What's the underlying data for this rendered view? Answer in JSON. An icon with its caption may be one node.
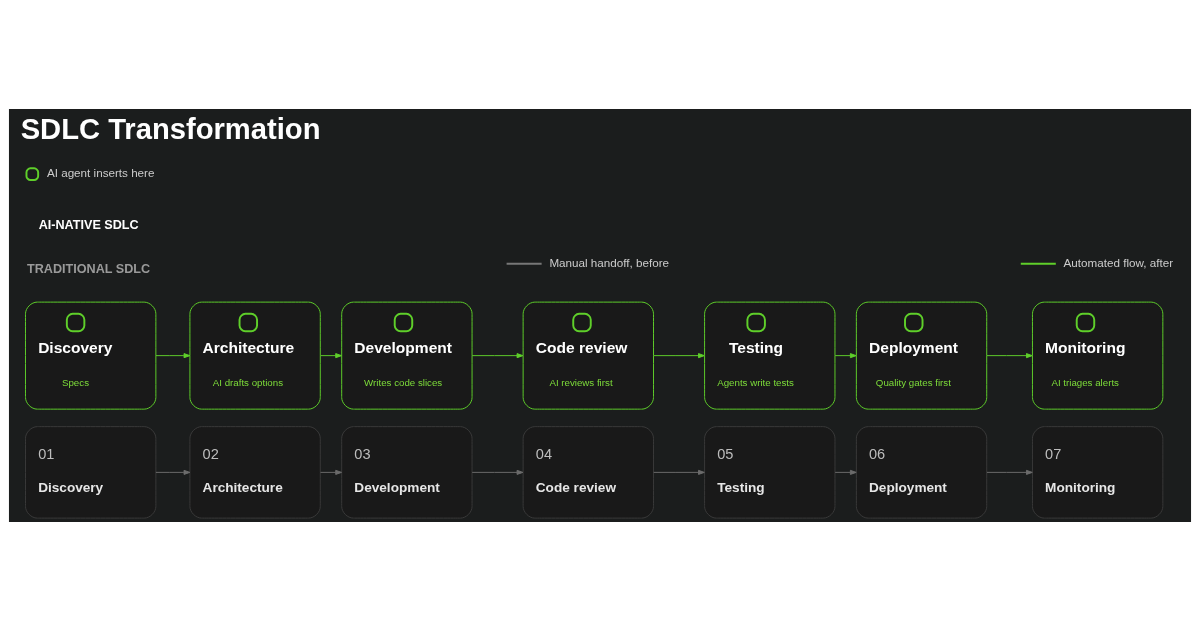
{
  "diagram": {
    "title": "SDLC Transformation",
    "nodes": [
      {
        "text": [
          "01",
          "Discovery"
        ]
      },
      {
        "text": [
          "02",
          "Architecture"
        ]
      },
      {
        "text": [
          "03",
          "Development"
        ]
      },
      {
        "text": [
          "04",
          "Code review"
        ]
      },
      {
        "text": [
          "05",
          "Testing"
        ]
      },
      {
        "text": [
          "06",
          "Deployment"
        ]
      },
      {
        "text": [
          "07",
          "Monitoring"
        ]
      },
      {
        "text": [
          "Discovery",
          "Specs"
        ]
      },
      {
        "text": [
          "Architecture",
          "AI drafts options"
        ]
      },
      {
        "text": [
          "Development",
          "Writes code slices"
        ]
      },
      {
        "text": [
          "Code review",
          "AI reviews first"
        ]
      },
      {
        "text": [
          "Testing",
          "Agents write tests"
        ]
      },
      {
        "text": [
          "Deployment",
          "Quality gates first"
        ]
      },
      {
        "text": [
          "Monitoring",
          "AI triages alerts"
        ]
      }
    ],
    "edges": [
      {
        "from": 0,
        "to": 1,
        "arrow": "to",
        "color": "#6b6b6b"
      },
      {
        "from": 1,
        "to": 2,
        "arrow": "to",
        "color": "#6b6b6b"
      },
      {
        "from": 2,
        "to": 3,
        "arrow": "to",
        "color": "#6b6b6b"
      },
      {
        "from": 3,
        "to": 4,
        "arrow": "to",
        "color": "#6b6b6b"
      },
      {
        "from": 4,
        "to": 5,
        "arrow": "to",
        "color": "#6b6b6b"
      },
      {
        "from": 5,
        "to": 6,
        "arrow": "to",
        "color": "#6b6b6b"
      },
      {
        "from": 7,
        "to": 8,
        "arrow": "to",
        "color": "#5fcf2a"
      },
      {
        "from": 8,
        "to": 9,
        "arrow": "to",
        "color": "#5fcf2a"
      },
      {
        "from": 9,
        "to": 10,
        "arrow": "to",
        "color": "#5fcf2a"
      },
      {
        "from": 10,
        "to": 11,
        "arrow": "to",
        "color": "#5fcf2a"
      },
      {
        "from": 11,
        "to": 12,
        "arrow": "to",
        "color": "#5fcf2a"
      },
      {
        "from": 12,
        "to": 13,
        "arrow": "to",
        "color": "#5fcf2a"
      }
    ],
    "labels": [
      "TRADITIONAL SDLC",
      "AI-NATIVE SDLC"
    ],
    "legend": [
      {
        "text": "AI agent inserts here"
      },
      {
        "text": "Manual handoff, before"
      },
      {
        "text": "Automated flow, after"
      }
    ]
  }
}
